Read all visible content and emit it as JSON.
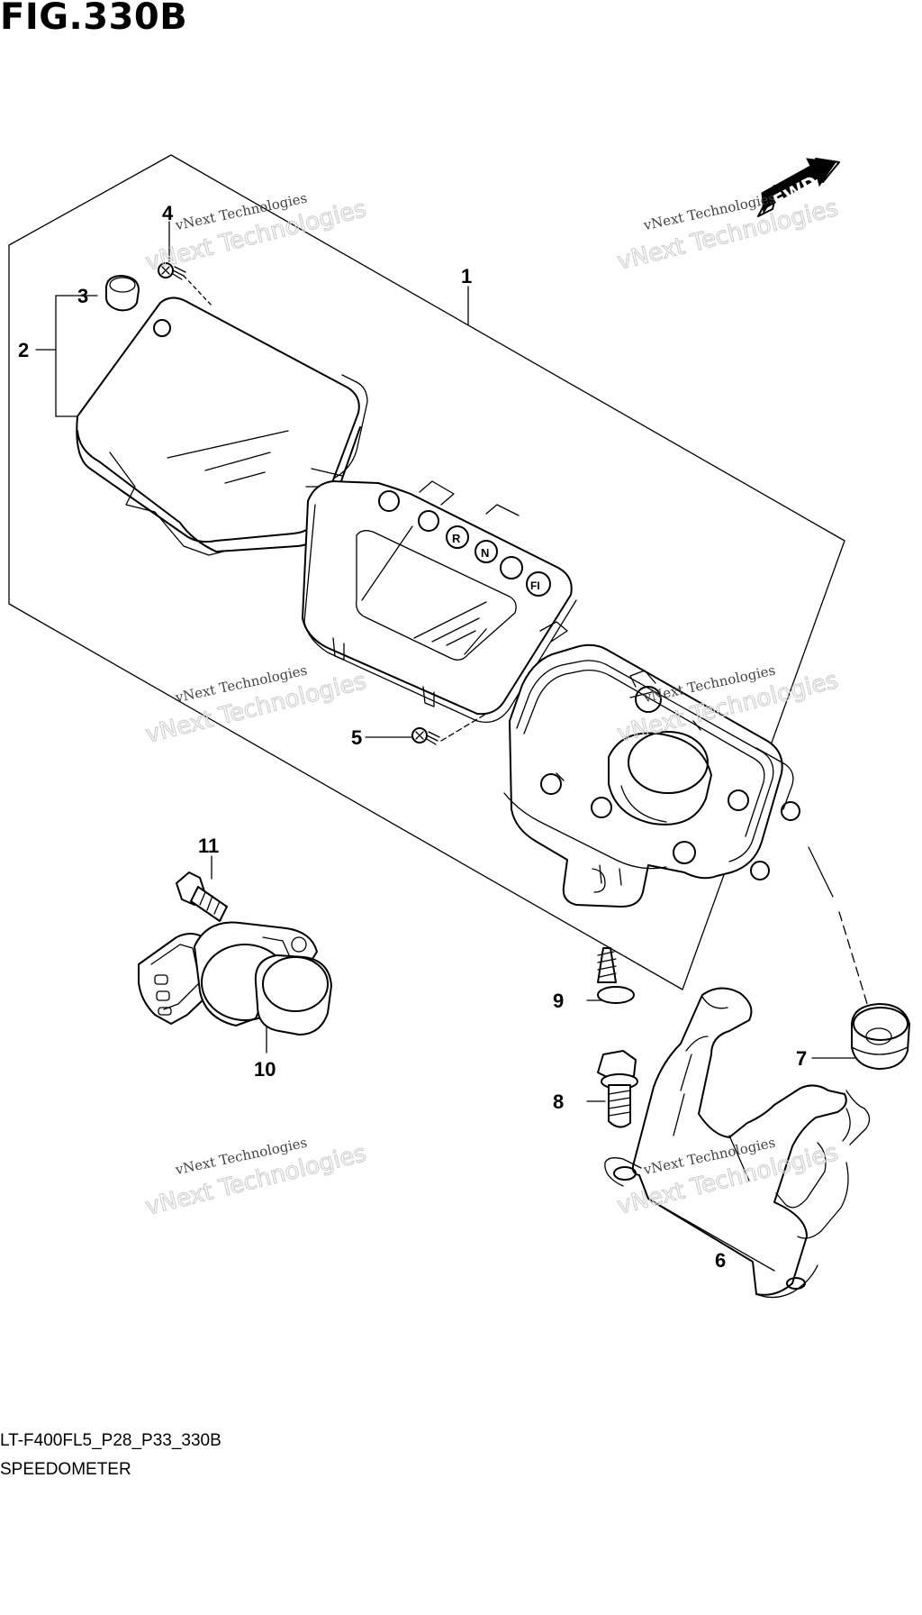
{
  "figure": {
    "title": "FIG.330B",
    "code": "LT-F400FL5_P28_P33_330B",
    "name": "SPEEDOMETER"
  },
  "direction_marker": "FWD",
  "watermark": {
    "line1": "vNext Technologies",
    "line2": "vNext Technologies"
  },
  "parts": [
    {
      "ref": "1"
    },
    {
      "ref": "2"
    },
    {
      "ref": "3"
    },
    {
      "ref": "4"
    },
    {
      "ref": "5"
    },
    {
      "ref": "6"
    },
    {
      "ref": "7"
    },
    {
      "ref": "8"
    },
    {
      "ref": "9"
    },
    {
      "ref": "10"
    },
    {
      "ref": "11"
    }
  ],
  "indicators": [
    "R",
    "N",
    "FI"
  ]
}
